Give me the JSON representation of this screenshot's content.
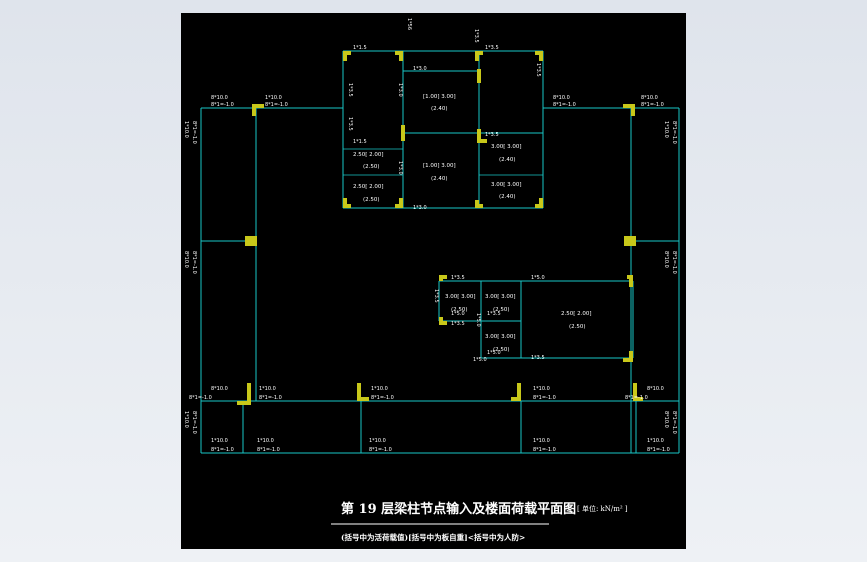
{
  "drawing": {
    "title": "第 19 层梁柱节点输入及楼面荷载平面图",
    "unit": "[ 单位: kN/m² ]",
    "note": "(括号中为活荷载值)[括号中为板自重]<括号中为人防>",
    "top_stub_label": "1*56"
  },
  "colors": {
    "sheet_background": "#000000",
    "beam": "#19c6c6",
    "column": "#c8c81a",
    "text": "#ffffff"
  },
  "node_labels": [
    "1*1.5",
    "1*1.5",
    "1*3.5",
    "1*3.5",
    "1*3.0",
    "1*3.0",
    "8*10.0",
    "8*1=-1.0",
    "1*10.0",
    "8*1=-1.0",
    "8*10.0",
    "8*1=-1.0",
    "8*10.0",
    "8*1=-1.0",
    "1*3.5",
    "1*5.0",
    "1*3.5",
    "1*5.0",
    "1*3.5",
    "1*5.0",
    "1*3.5",
    "1*5.0",
    "8*10.0",
    "8*1=-1.0",
    "1*10.0",
    "8*1=-1.0",
    "1*10.0",
    "8*1=-1.0",
    "1*10.0",
    "8*1=-1.0",
    "8*10.0",
    "8*1=-1.0",
    "1*10.0",
    "8*1=-1.0",
    "1*10.0",
    "8*1=-1.0",
    "1*10.0",
    "8*1=-1.0",
    "1*10.0",
    "8*1=-1.0",
    "1*10.0",
    "8*1=-1.0"
  ],
  "vertical_labels": [
    "1*3.5",
    "1*3.5",
    "1*3.0",
    "1*3.0",
    "1*3.5",
    "1*3.5",
    "1*10.0",
    "8*1=-1.0",
    "8*10.0",
    "8*1=-1.0",
    "1*10.0",
    "8*1=-1.0",
    "8*10.0",
    "8*1=-1.0",
    "1*3.5",
    "1*5.0",
    "1*10.0",
    "8*1=-1.0",
    "8*10.0",
    "8*1=-1.0"
  ],
  "panel_loads": [
    {
      "main": "[1.00]  3.00]",
      "sub": "(2.40)"
    },
    {
      "main": "[1.00]  3.00]",
      "sub": "(2.40)"
    },
    {
      "main": "3.00[  3.00]",
      "sub": "(2.40)"
    },
    {
      "main": "3.00[  3.00]",
      "sub": "(2.40)"
    },
    {
      "main": "2.50[  2.00]",
      "sub": "(2.50)"
    },
    {
      "main": "2.50[  2.00]",
      "sub": "(2.50)"
    },
    {
      "main": "3.00[  3.00]",
      "sub": "(2.50)"
    },
    {
      "main": "3.00[  3.00]",
      "sub": "(2.50)"
    },
    {
      "main": "3.00[  3.00]",
      "sub": "(2.50)"
    },
    {
      "main": "2.50[  2.00]",
      "sub": "(2.50)"
    }
  ]
}
